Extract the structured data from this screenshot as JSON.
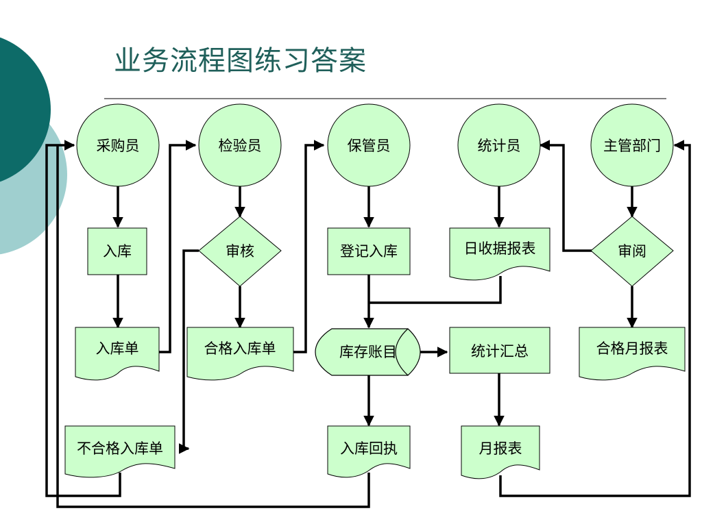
{
  "slide": {
    "title": "业务流程图练习答案",
    "colors": {
      "shape_fill": "#ccffcc",
      "stroke": "#000000",
      "title": "#1f5f5a",
      "deco_dark": "#0d6b68",
      "deco_light": "#9fcfcf"
    }
  },
  "diagram": {
    "roles": {
      "buyer": "采购员",
      "inspector": "检验员",
      "keeper": "保管员",
      "statistician": "统计员",
      "manager": "主管部门"
    },
    "process": {
      "stock_in": "入库",
      "review": "审核",
      "register": "登记入库",
      "approve": "审阅",
      "summary": "统计汇总"
    },
    "documents": {
      "stock_in_slip": "入库单",
      "qualified_slip": "合格入库单",
      "unqualified_slip": "不合格入库单",
      "daily_report": "日收据报表",
      "receipt": "入库回执",
      "monthly_report": "月报表",
      "qualified_monthly": "合格月报表"
    },
    "store": {
      "ledger": "库存账目"
    }
  }
}
